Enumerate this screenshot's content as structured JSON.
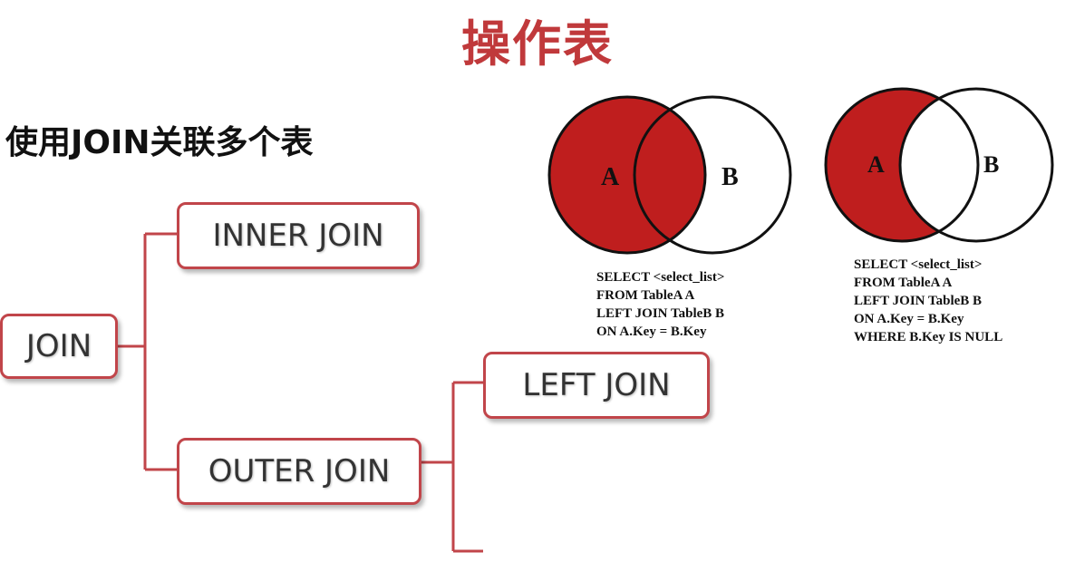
{
  "page": {
    "title": "操作表",
    "subtitle": "使用JOIN关联多个表"
  },
  "tree": {
    "root": "JOIN",
    "inner": "INNER JOIN",
    "outer": "OUTER JOIN",
    "left": "LEFT JOIN"
  },
  "colors": {
    "accent": "#c0393b",
    "node_border": "#c1454a",
    "venn_fill": "#bf1e1e"
  },
  "venn1": {
    "label_a": "A",
    "label_b": "B",
    "sql": [
      "SELECT <select_list>",
      "FROM TableA A",
      "LEFT JOIN TableB B",
      "ON A.Key = B.Key"
    ]
  },
  "venn2": {
    "label_a": "A",
    "label_b": "B",
    "sql": [
      "SELECT <select_list>",
      "FROM TableA A",
      "LEFT JOIN TableB B",
      "ON A.Key = B.Key",
      "WHERE B.Key IS NULL"
    ]
  }
}
